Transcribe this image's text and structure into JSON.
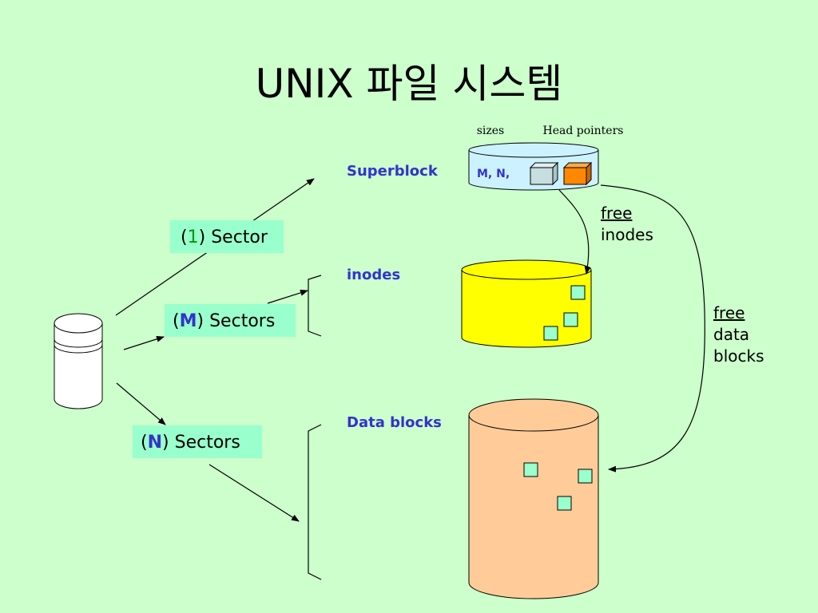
{
  "title": "UNIX 파일 시스템",
  "superblock": {
    "label": "Superblock",
    "fields_label": "M, N,",
    "header_sizes": "sizes",
    "header_head_pointers": "Head pointers"
  },
  "inodes": {
    "label": "inodes"
  },
  "data_blocks": {
    "label": "Data blocks"
  },
  "sector_boxes": [
    {
      "open": "(",
      "count": "1",
      "close": ")",
      "word": "Sector"
    },
    {
      "open": "(",
      "count": "M",
      "close": ")",
      "word": "Sectors"
    },
    {
      "open": "(",
      "count": "N",
      "close": ")",
      "word": "Sectors"
    }
  ],
  "free_inodes": {
    "line1": "free",
    "line2": "inodes"
  },
  "free_data_blocks": {
    "line1": "free",
    "line2": "data",
    "line3": "blocks"
  },
  "colors": {
    "background": "#ccffcc",
    "label_blue": "#3333cc",
    "superblock_fill": "#ccf2ff",
    "inodes_fill": "#ffff00",
    "data_blocks_fill": "#ffcc99",
    "small_square_fill": "#99ffcc",
    "head_pointer_fill": "#ff8800",
    "size_cube_fill": "#c8dde0"
  }
}
